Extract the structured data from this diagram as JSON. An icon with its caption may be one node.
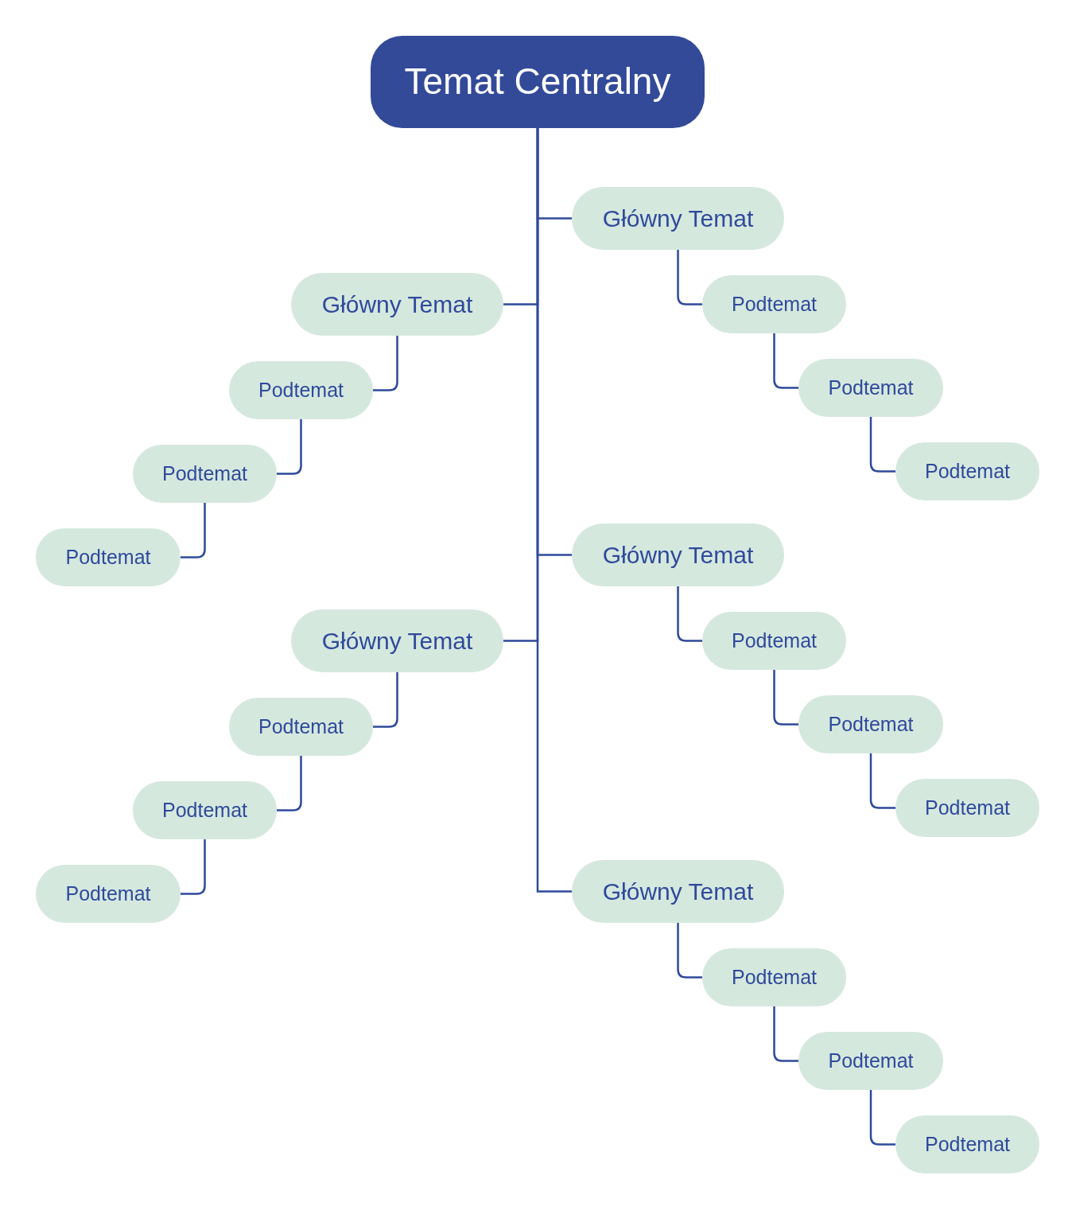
{
  "diagram": {
    "nodes": [
      {
        "text": [
          "Temat Centralny"
        ]
      },
      {
        "text": [
          "Główny Temat"
        ]
      },
      {
        "text": [
          "Podtemat"
        ]
      },
      {
        "text": [
          "Podtemat"
        ]
      },
      {
        "text": [
          "Podtemat"
        ]
      },
      {
        "text": [
          "Główny Temat"
        ]
      },
      {
        "text": [
          "Podtemat"
        ]
      },
      {
        "text": [
          "Podtemat"
        ]
      },
      {
        "text": [
          "Podtemat"
        ]
      },
      {
        "text": [
          "Główny Temat"
        ]
      },
      {
        "text": [
          "Podtemat"
        ]
      },
      {
        "text": [
          "Podtemat"
        ]
      },
      {
        "text": [
          "Podtemat"
        ]
      },
      {
        "text": [
          "Główny Temat"
        ]
      },
      {
        "text": [
          "Podtemat"
        ]
      },
      {
        "text": [
          "Podtemat"
        ]
      },
      {
        "text": [
          "Podtemat"
        ]
      },
      {
        "text": [
          "Główny Temat"
        ]
      },
      {
        "text": [
          "Podtemat"
        ]
      },
      {
        "text": [
          "Podtemat"
        ]
      },
      {
        "text": [
          "Podtemat"
        ]
      }
    ],
    "edges": [
      {
        "from": 0,
        "to": 1,
        "arrow": "none"
      },
      {
        "from": 0,
        "to": 5,
        "arrow": "none"
      },
      {
        "from": 0,
        "to": 9,
        "arrow": "none"
      },
      {
        "from": 0,
        "to": 13,
        "arrow": "none"
      },
      {
        "from": 0,
        "to": 17,
        "arrow": "none"
      },
      {
        "from": 1,
        "to": 2,
        "arrow": "none"
      },
      {
        "from": 2,
        "to": 3,
        "arrow": "none"
      },
      {
        "from": 3,
        "to": 4,
        "arrow": "none"
      },
      {
        "from": 5,
        "to": 6,
        "arrow": "none"
      },
      {
        "from": 6,
        "to": 7,
        "arrow": "none"
      },
      {
        "from": 7,
        "to": 8,
        "arrow": "none"
      },
      {
        "from": 9,
        "to": 10,
        "arrow": "none"
      },
      {
        "from": 10,
        "to": 11,
        "arrow": "none"
      },
      {
        "from": 11,
        "to": 12,
        "arrow": "none"
      },
      {
        "from": 13,
        "to": 14,
        "arrow": "none"
      },
      {
        "from": 14,
        "to": 15,
        "arrow": "none"
      },
      {
        "from": 15,
        "to": 16,
        "arrow": "none"
      },
      {
        "from": 17,
        "to": 18,
        "arrow": "none"
      },
      {
        "from": 18,
        "to": 19,
        "arrow": "none"
      },
      {
        "from": 19,
        "to": 20,
        "arrow": "none"
      }
    ]
  }
}
